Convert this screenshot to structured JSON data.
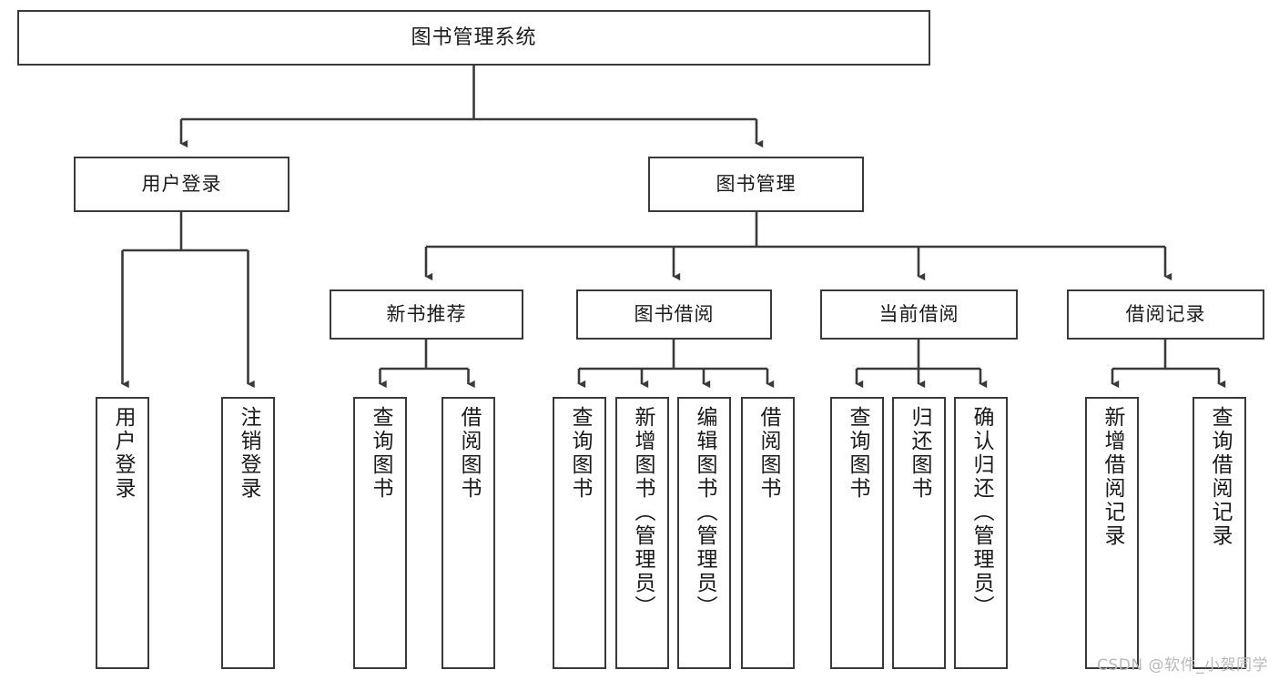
{
  "diagram": {
    "title": "图书管理系统",
    "type": "tree-hierarchy-chart",
    "root": {
      "label": "图书管理系统"
    },
    "level2": [
      {
        "label": "用户登录"
      },
      {
        "label": "图书管理"
      }
    ],
    "level3": [
      {
        "label": "新书推荐"
      },
      {
        "label": "图书借阅"
      },
      {
        "label": "当前借阅"
      },
      {
        "label": "借阅记录"
      }
    ],
    "leaves": {
      "user_login": [
        {
          "label": "用户登录"
        },
        {
          "label": "注销登录"
        }
      ],
      "new_book_recommend": [
        {
          "label": "查询图书"
        },
        {
          "label": "借阅图书"
        }
      ],
      "book_borrow": [
        {
          "label": "查询图书"
        },
        {
          "label": "新增图书（管理员）"
        },
        {
          "label": "编辑图书（管理员）"
        },
        {
          "label": "借阅图书"
        }
      ],
      "current_borrow": [
        {
          "label": "查询图书"
        },
        {
          "label": "归还图书"
        },
        {
          "label": "确认归还（管理员）"
        }
      ],
      "borrow_record": [
        {
          "label": "新增借阅记录"
        },
        {
          "label": "查询借阅记录"
        }
      ]
    }
  },
  "watermark": {
    "text": "CSDN @软件_小贺同学"
  },
  "colors": {
    "stroke": "#3a3a3a",
    "background": "#ffffff",
    "text": "#1a1a1a",
    "watermark": "#b9b9b9"
  }
}
